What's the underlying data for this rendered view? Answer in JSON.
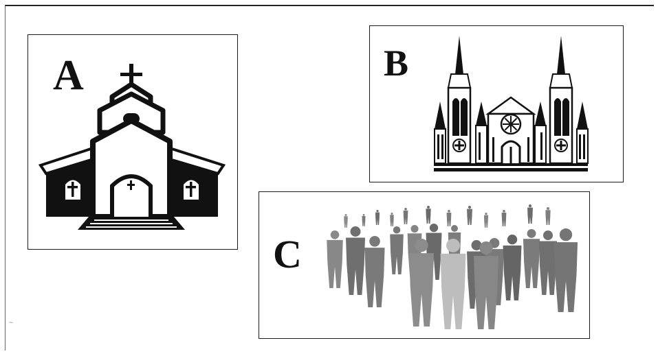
{
  "panels": [
    {
      "label": "A",
      "illustration": "small-church-icon"
    },
    {
      "label": "B",
      "illustration": "gothic-cathedral-icon"
    },
    {
      "label": "C",
      "illustration": "crowd-of-people-icon"
    }
  ]
}
